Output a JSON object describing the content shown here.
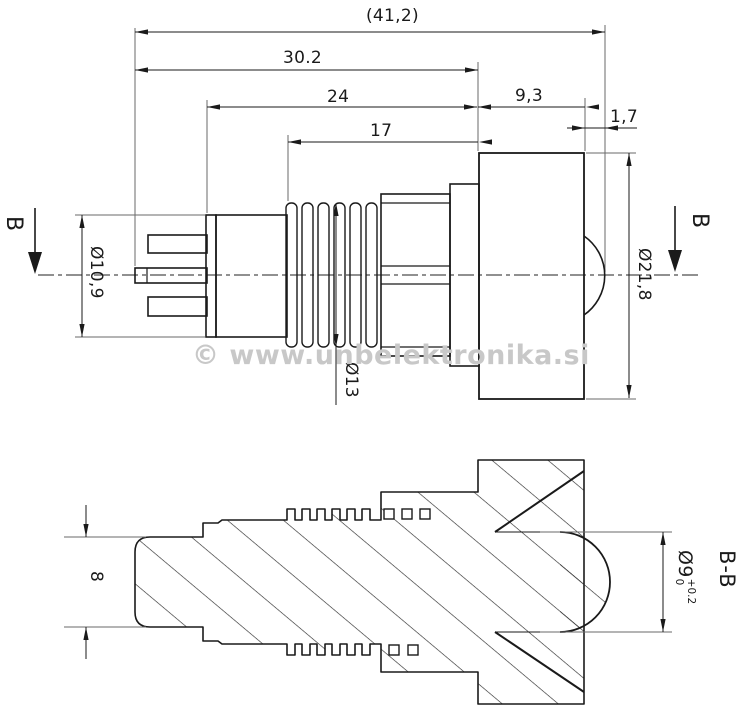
{
  "drawing": {
    "watermark_text": "© www.unbelektronika.si",
    "section": {
      "name": "B-B",
      "marker": "B"
    },
    "dims": {
      "overall_length": "(41,2)",
      "length_to_bezel": "30.2",
      "length_barrel": "24",
      "thread_length": "17",
      "bezel_depth": "9,3",
      "lens_protrusion": "1,7",
      "rear_diameter": "Ø10,9",
      "thread_diameter": "Ø13",
      "bezel_diameter": "Ø21,8",
      "rear_height": "8",
      "hole_diameter": "Ø9",
      "hole_tol_upper": "+0.2",
      "hole_tol_lower": "0"
    },
    "colors": {
      "line": "#1a1a1a",
      "witness": "#6a6a6a",
      "watermark": "#c8c8c8"
    }
  }
}
